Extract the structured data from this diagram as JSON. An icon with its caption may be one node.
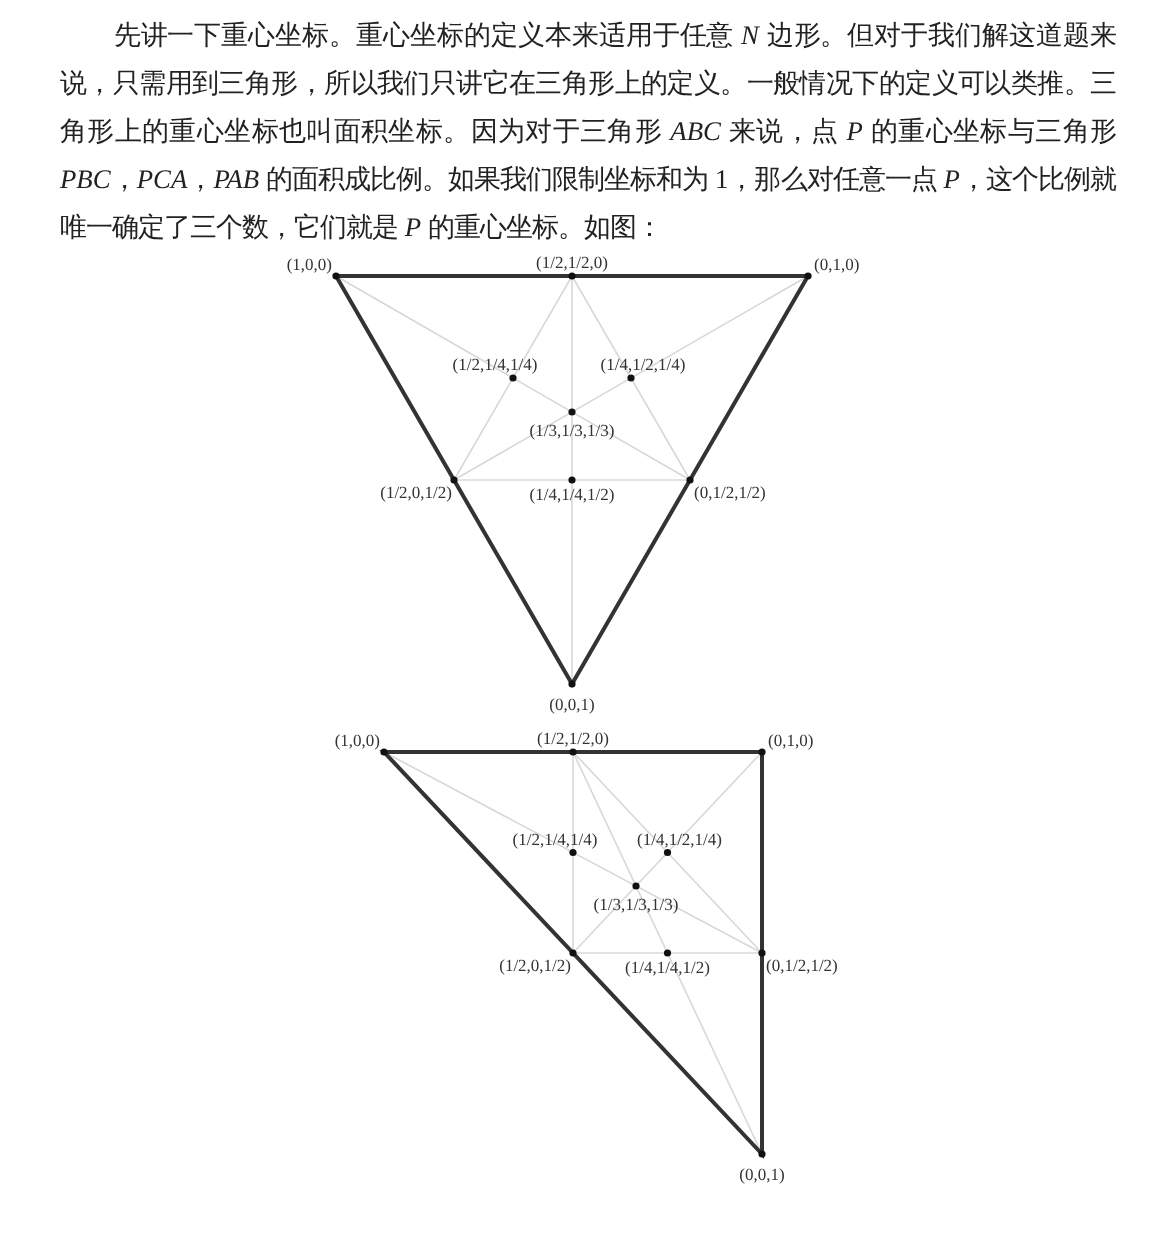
{
  "diagram": {
    "labels": [
      "先讲一下重心坐标。重心坐标的定义本来适用于任意 *N* 边形。但对于我们解这道题来说，只需用到三角形，所以我们只讲它在三角形上的定义。一般情况下的定义可以类推。三角形上的重心坐标也叫面积坐标。因为对于三角形 *ABC* 来说，点 *P* 的重心坐标与三角形 *PBC*，*PCA*，*PAB* 的面积成比例。如果我们限制坐标和为 1，那么对任意一点 *P*，这个比例就唯一确定了三个数，它们就是 *P* 的重心坐标。如图：",
      "(1,0,0)",
      "(1/2,1/2,0)",
      "(0,1,0)",
      "(1/2,1/4,1/4)",
      "(1/4,1/2,1/4)",
      "(1/3,1/3,1/3)",
      "(1/2,0,1/2)",
      "(1/4,1/4,1/2)",
      "(0,1/2,1/2)",
      "(0,0,1)",
      "(1,0,0)",
      "(1/2,1/2,0)",
      "(0,1,0)",
      "(1/2,1/4,1/4)",
      "(1/4,1/2,1/4)",
      "(1/3,1/3,1/3)",
      "(1/2,0,1/2)",
      "(1/4,1/4,1/2)",
      "(0,1/2,1/2)",
      "(0,0,1)"
    ]
  }
}
